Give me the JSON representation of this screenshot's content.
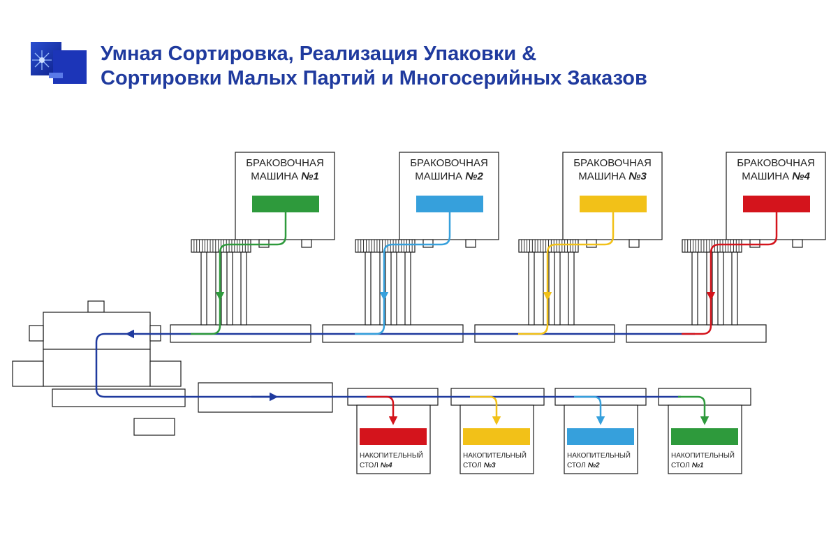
{
  "title": {
    "line1": "Умная Сортировка, Реализация Упаковки &",
    "line2": "Сортировки Малых Партий и Многосерийных Заказов"
  },
  "colors": {
    "title": "#1f3a9e",
    "main_line": "#1f3a9e",
    "green": "#2e9a3c",
    "blue": "#36a0dc",
    "yellow": "#f2c118",
    "red": "#d4141c",
    "outline": "#1a1a1a"
  },
  "machines": [
    {
      "line1": "БРАКОВОЧНАЯ",
      "line2": "МАШИНА",
      "num": "№1",
      "color": "green"
    },
    {
      "line1": "БРАКОВОЧНАЯ",
      "line2": "МАШИНА",
      "num": "№2",
      "color": "blue"
    },
    {
      "line1": "БРАКОВОЧНАЯ",
      "line2": "МАШИНА",
      "num": "№3",
      "color": "yellow"
    },
    {
      "line1": "БРАКОВОЧНАЯ",
      "line2": "МАШИНА",
      "num": "№4",
      "color": "red"
    }
  ],
  "tables": [
    {
      "line1": "НАКОПИТЕЛЬНЫЙ",
      "line2": "СТОЛ",
      "num": "№4",
      "color": "red"
    },
    {
      "line1": "НАКОПИТЕЛЬНЫЙ",
      "line2": "СТОЛ",
      "num": "№3",
      "color": "yellow"
    },
    {
      "line1": "НАКОПИТЕЛЬНЫЙ",
      "line2": "СТОЛ",
      "num": "№2",
      "color": "blue"
    },
    {
      "line1": "НАКОПИТЕЛЬНЫЙ",
      "line2": "СТОЛ",
      "num": "№1",
      "color": "green"
    }
  ]
}
